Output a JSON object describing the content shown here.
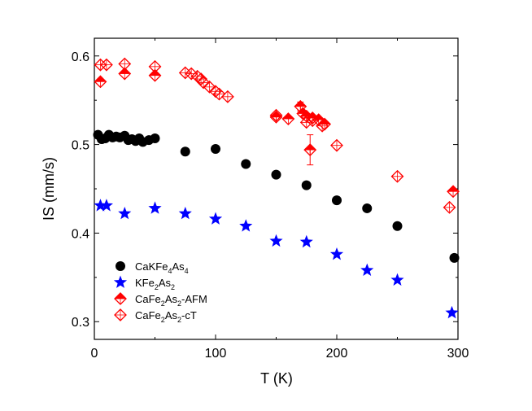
{
  "chart_data": {
    "type": "scatter",
    "xlabel": "T (K)",
    "ylabel": "IS (mm/s)",
    "xlim": [
      0,
      300
    ],
    "ylim": [
      0.28,
      0.62
    ],
    "xticks": [
      "0",
      "100",
      "200",
      "300"
    ],
    "yticks": [
      "0.3",
      "0.4",
      "0.5",
      "0.6"
    ],
    "grid": false,
    "legend_position": "bottom-left",
    "series": [
      {
        "name": "CaKFe4As4",
        "legend_html": [
          "CaKFe",
          "4",
          "As",
          "4"
        ],
        "marker": "circle",
        "color": "#000000",
        "x": [
          3,
          6,
          9,
          12,
          15,
          18,
          21,
          25,
          28,
          31,
          34,
          37,
          40,
          45,
          50,
          75,
          100,
          125,
          150,
          175,
          200,
          225,
          250,
          297
        ],
        "y": [
          0.511,
          0.506,
          0.507,
          0.511,
          0.508,
          0.509,
          0.508,
          0.51,
          0.505,
          0.506,
          0.504,
          0.507,
          0.503,
          0.505,
          0.507,
          0.492,
          0.495,
          0.478,
          0.466,
          0.454,
          0.437,
          0.428,
          0.408,
          0.372
        ]
      },
      {
        "name": "KFe2As2",
        "legend_html": [
          "KFe",
          "2",
          "As",
          "2"
        ],
        "marker": "star",
        "color": "#0000ff",
        "x": [
          5,
          10,
          25,
          50,
          75,
          100,
          125,
          150,
          175,
          200,
          225,
          250,
          295
        ],
        "y": [
          0.431,
          0.431,
          0.422,
          0.428,
          0.422,
          0.416,
          0.408,
          0.391,
          0.39,
          0.376,
          0.358,
          0.347,
          0.31
        ]
      },
      {
        "name": "CaFe2As2-AFM",
        "legend_html": [
          "CaFe",
          "2",
          "As",
          "2",
          "-AFM"
        ],
        "marker": "half-diamond",
        "color": "#ff0000",
        "x": [
          5,
          25,
          50,
          150,
          160,
          170,
          172,
          175,
          178,
          180,
          185,
          190,
          296
        ],
        "y": [
          0.571,
          0.58,
          0.578,
          0.531,
          0.529,
          0.543,
          0.535,
          0.532,
          0.494,
          0.53,
          0.528,
          0.523,
          0.447
        ],
        "yerr": [
          0,
          0,
          0,
          0,
          0,
          0.005,
          0,
          0,
          0.017,
          0,
          0,
          0,
          0
        ]
      },
      {
        "name": "CaFe2As2-cT",
        "legend_html": [
          "CaFe",
          "2",
          "As",
          "2",
          "-cT"
        ],
        "marker": "open-diamond",
        "color": "#ff0000",
        "x": [
          5,
          10,
          25,
          50,
          75,
          80,
          85,
          88,
          90,
          95,
          100,
          103,
          110,
          150,
          175,
          180,
          188,
          200,
          250,
          293
        ],
        "y": [
          0.59,
          0.59,
          0.591,
          0.588,
          0.581,
          0.58,
          0.577,
          0.574,
          0.57,
          0.565,
          0.56,
          0.557,
          0.554,
          0.533,
          0.525,
          0.527,
          0.521,
          0.499,
          0.464,
          0.429
        ]
      }
    ]
  }
}
